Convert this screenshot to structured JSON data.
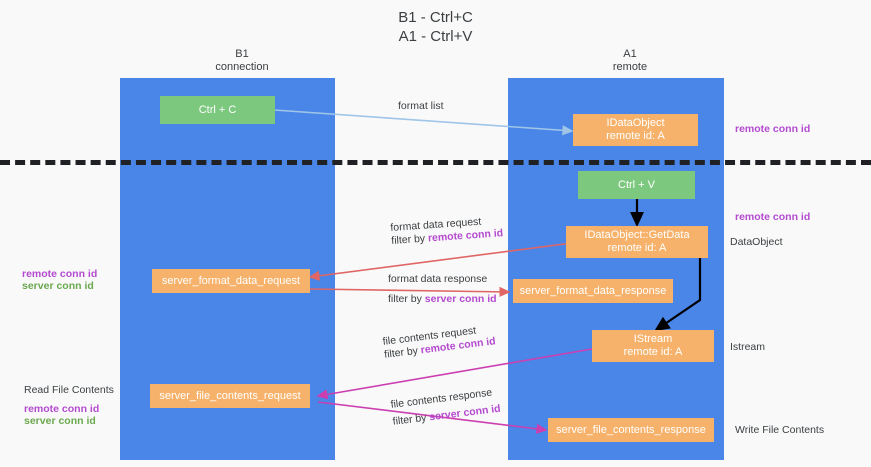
{
  "title": {
    "line1": "B1 - Ctrl+C",
    "line2": "A1 - Ctrl+V"
  },
  "lanes": [
    {
      "id": "b1",
      "name": "B1",
      "role": "connection"
    },
    {
      "id": "a1",
      "name": "A1",
      "role": "remote"
    }
  ],
  "colors": {
    "lane": "#4a86e8",
    "box_orange": "#f6b26b",
    "box_green": "#7dc87f",
    "conn_purple": "#b44ad0",
    "conn_green": "#6aa84f",
    "arrow_blue": "#9fc5e8",
    "arrow_red": "#e06666",
    "arrow_magenta": "#cc3fb0",
    "arrow_black": "#000000",
    "divider": "#202124",
    "background": "#f9f9f9",
    "text": "#3c4043"
  },
  "boxes": {
    "ctrl_c": "Ctrl + C",
    "ctrl_v": "Ctrl + V",
    "idataobject_line1": "IDataObject",
    "idataobject_line2": "remote id: A",
    "getdata_line1": "IDataObject::GetData",
    "getdata_line2": "remote id: A",
    "istream_line1": "IStream",
    "istream_line2": "remote id: A",
    "server_format_data_request": "server_format_data_request",
    "server_format_data_response": "server_format_data_response",
    "server_file_contents_request": "server_file_contents_request",
    "server_file_contents_response": "server_file_contents_response"
  },
  "arrow_labels": {
    "format_list": "format list",
    "format_data_request": "format data request",
    "format_data_request_filter_prefix": "filter by ",
    "format_data_request_filter_key": "remote conn id",
    "format_data_response": "format data response",
    "format_data_response_filter_prefix": "filter by ",
    "format_data_response_filter_key": "server conn id",
    "file_contents_request": "file contents request",
    "file_contents_request_filter_prefix": "filter by ",
    "file_contents_request_filter_key": "remote conn id",
    "file_contents_response": "file contents response",
    "file_contents_response_filter_prefix": "filter by ",
    "file_contents_response_filter_key": "server conn id"
  },
  "side_labels": {
    "right_remote_conn_id_top": "remote conn id",
    "right_remote_conn_id_mid": "remote conn id",
    "right_dataobject": "DataObject",
    "right_istream": "Istream",
    "right_write_file_contents": "Write File Contents",
    "left_remote_conn_id_mid": "remote conn id",
    "left_server_conn_id_mid": "server conn id",
    "left_read_file_contents": "Read File Contents",
    "left_remote_conn_id_bottom": "remote conn id",
    "left_server_conn_id_bottom": "server conn id"
  }
}
